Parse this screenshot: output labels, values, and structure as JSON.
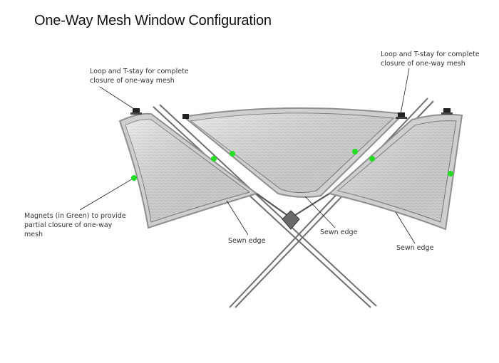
{
  "title": "One-Way Mesh Window Configuration",
  "callouts": {
    "loop_left": [
      "Loop and T-stay for complete",
      "closure of one-way mesh"
    ],
    "loop_right": [
      "Loop and T-stay for complete",
      "closure of one-way mesh"
    ],
    "magnets": [
      "Magnets (in Green) to provide",
      "partial closure of one-way",
      "mesh"
    ],
    "sewn_left": "Sewn edge",
    "sewn_center": "Sewn edge",
    "sewn_right": "Sewn edge"
  },
  "colors": {
    "magnet": "#22dd22",
    "frame": "#555555",
    "mesh": "#dcdcdc",
    "panel_border": "#9a9a9a"
  }
}
